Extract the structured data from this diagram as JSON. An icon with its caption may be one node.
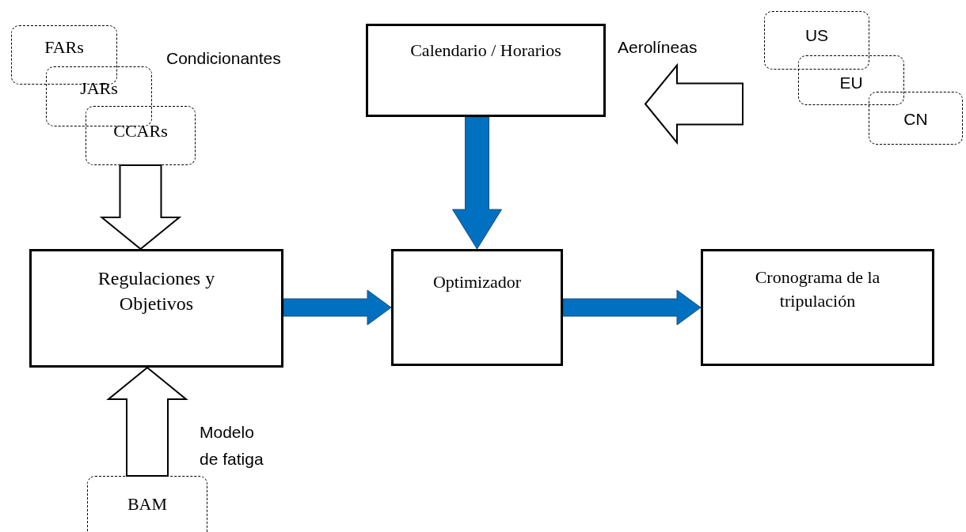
{
  "diagram": {
    "nodes": [
      {
        "text": [
          "FARs"
        ]
      },
      {
        "text": [
          "JARs"
        ]
      },
      {
        "text": [
          "CCARs"
        ]
      },
      {
        "text": [
          "Calendario / Horarios"
        ]
      },
      {
        "text": [
          "US"
        ]
      },
      {
        "text": [
          "EU"
        ]
      },
      {
        "text": [
          "CN"
        ]
      },
      {
        "text": [
          "Regulaciones y Objetivos"
        ]
      },
      {
        "text": [
          "Optimizador"
        ]
      },
      {
        "text": [
          "Cronograma de la tripulación"
        ]
      },
      {
        "text": [
          "BAM"
        ]
      }
    ],
    "edges": [
      {
        "from": 2,
        "to": 7,
        "arrow": "to",
        "style": "thick"
      },
      {
        "from": 10,
        "to": 7,
        "arrow": "to",
        "style": "thick",
        "label": "Modelo de fatiga"
      },
      {
        "from": 5,
        "to": 3,
        "arrow": "to",
        "style": "thick",
        "label": "Aerolíneas"
      },
      {
        "from": 3,
        "to": 8,
        "arrow": "to",
        "style": "thick",
        "color": "#0070c0"
      },
      {
        "from": 7,
        "to": 8,
        "arrow": "to",
        "style": "thick",
        "color": "#0070c0"
      },
      {
        "from": 8,
        "to": 9,
        "arrow": "to",
        "style": "thick",
        "color": "#0070c0"
      }
    ],
    "labels": [
      "Condicionantes"
    ]
  }
}
